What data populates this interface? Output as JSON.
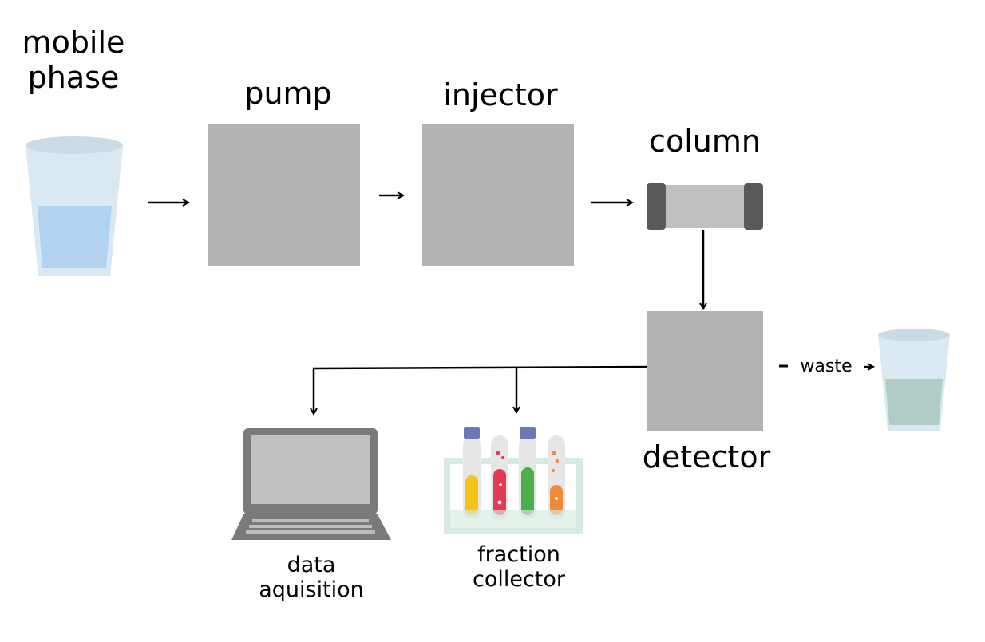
{
  "labels": {
    "mobile_phase": "mobile phase",
    "pump": "pump",
    "injector": "injector",
    "column": "column",
    "detector": "detector",
    "waste": "waste",
    "data_acquisition": "data aquisition",
    "fraction_collector": "fraction collector"
  },
  "colors": {
    "component_box": "#b2b2b2",
    "column_body": "#c0c0c0",
    "column_cap": "#595959",
    "mobile_phase_liquid": "#b1d3ef",
    "waste_liquid": "#b0ccc6",
    "glass": "#d9e8f1",
    "laptop_body": "#7a7a7a",
    "laptop_screen": "#c0c0c0",
    "tube_yellow": "#f6c31a",
    "tube_red": "#e23c54",
    "tube_green": "#4bb04b",
    "tube_orange": "#f08a3a",
    "tube_cap": "#6a78b8",
    "rack": "#d6eadf"
  },
  "icons": [
    "beaker-icon",
    "column-icon",
    "laptop-icon",
    "test-tubes-icon",
    "waste-beaker-icon"
  ]
}
